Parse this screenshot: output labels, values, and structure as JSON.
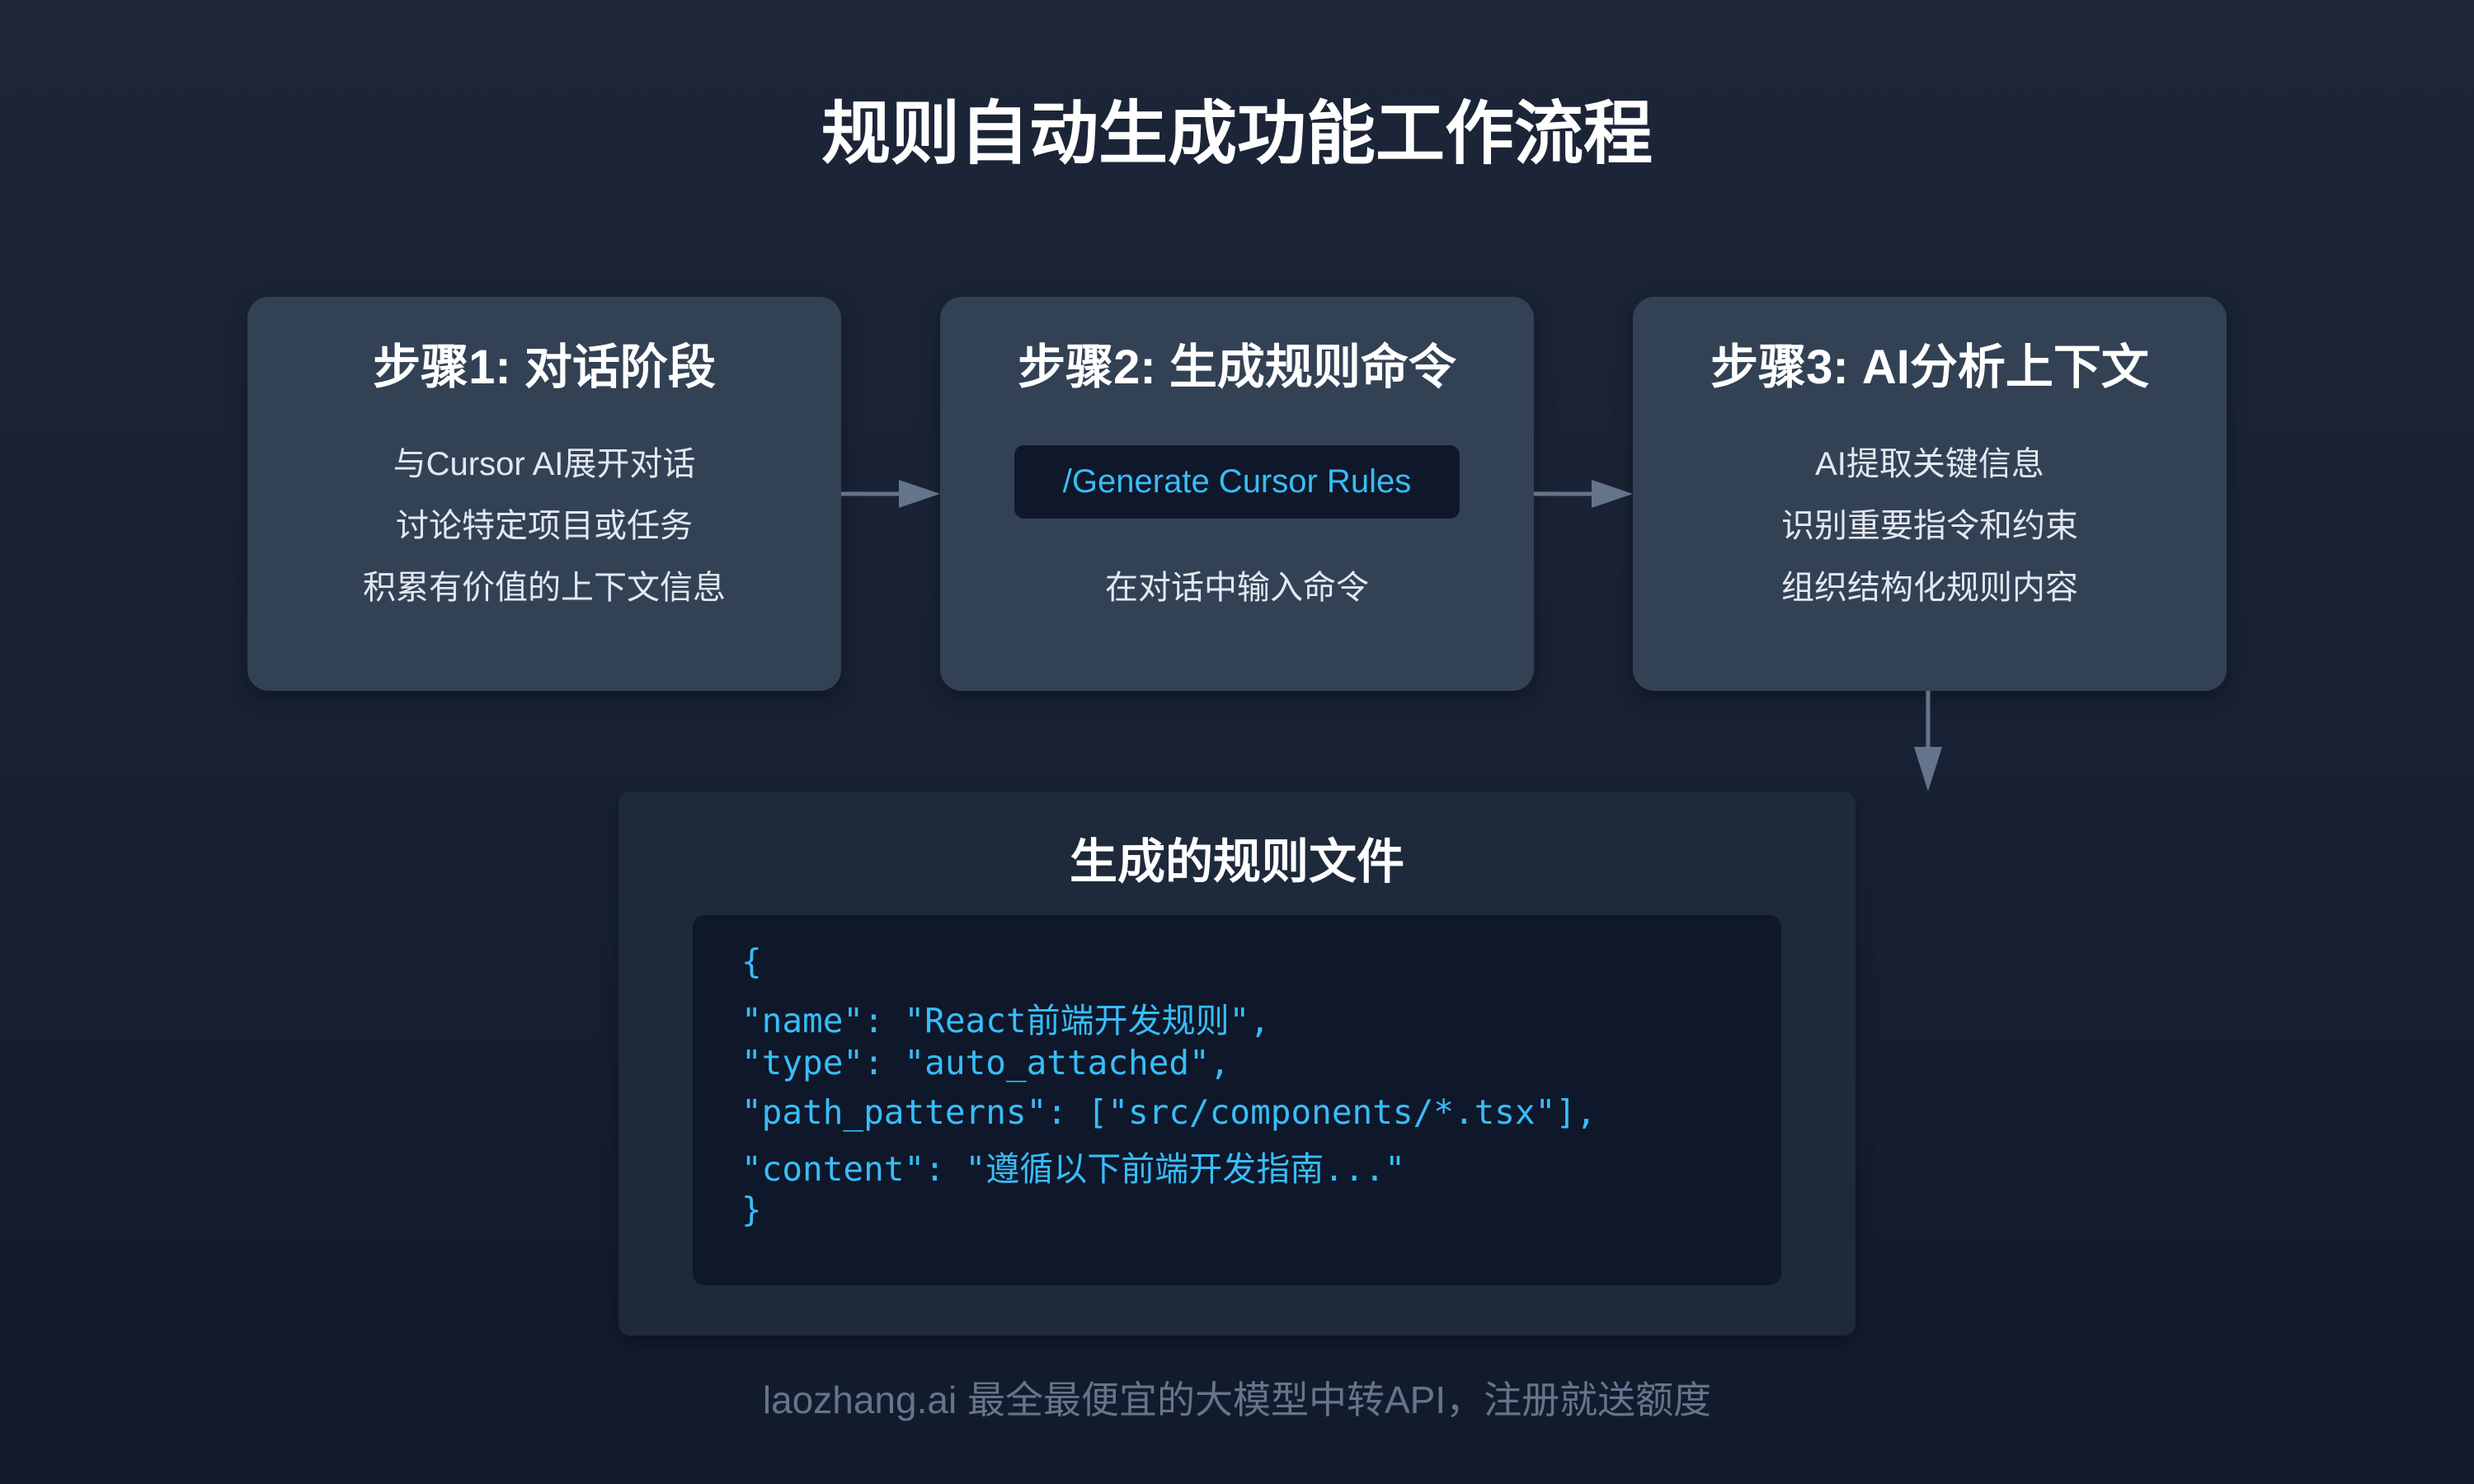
{
  "title": "规则自动生成功能工作流程",
  "steps": [
    {
      "title": "步骤1: 对话阶段",
      "lines": [
        "与Cursor AI展开对话",
        "讨论特定项目或任务",
        "积累有价值的上下文信息"
      ]
    },
    {
      "title": "步骤2: 生成规则命令",
      "command": "/Generate Cursor Rules",
      "lines": [
        "在对话中输入命令"
      ]
    },
    {
      "title": "步骤3: AI分析上下文",
      "lines": [
        "AI提取关键信息",
        "识别重要指令和约束",
        "组织结构化规则内容"
      ]
    }
  ],
  "output": {
    "title": "生成的规则文件",
    "code_lines": [
      "{",
      "\"name\": \"React前端开发规则\",",
      "\"type\": \"auto_attached\",",
      "\"path_patterns\": [\"src/components/*.tsx\"],",
      "\"content\": \"遵循以下前端开发指南...\"",
      "}"
    ]
  },
  "footer": "laozhang.ai 最全最便宜的大模型中转API，注册就送额度",
  "colors": {
    "card": "#334155",
    "panel": "#1e293b",
    "code_bg": "#0f172a",
    "accent": "#38bdf8",
    "arrow": "#64748b"
  }
}
